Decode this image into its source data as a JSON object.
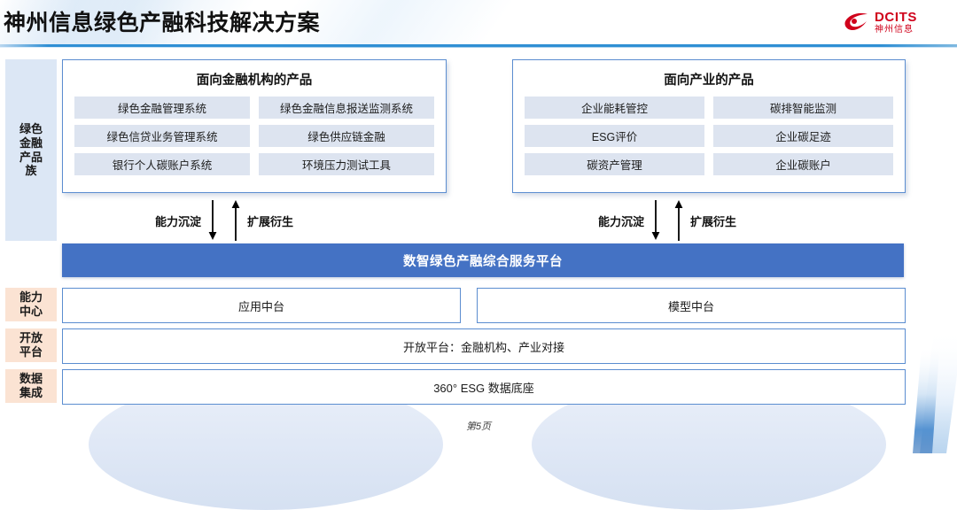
{
  "header": {
    "title": "神州信息绿色产融科技解决方案",
    "logo": {
      "en": "DCITS",
      "cn": "神州信息",
      "mark_icon": "dcits-swirl-icon",
      "color": "#d0021b"
    }
  },
  "rails": [
    {
      "id": "green-family",
      "label": "绿色\n金融\n产品\n族",
      "bg": "#dce7f5"
    },
    {
      "id": "ability-center",
      "label": "能力\n中心",
      "bg": "#fbe3d3"
    },
    {
      "id": "open-platform",
      "label": "开放\n平台",
      "bg": "#fbe3d3"
    },
    {
      "id": "data-integration",
      "label": "数据\n集成",
      "bg": "#fbe3d3"
    }
  ],
  "panels": [
    {
      "id": "financial-institution-products",
      "title": "面向金融机构的产品",
      "items": [
        "绿色金融管理系统",
        "绿色金融信息报送监测系统",
        "绿色信贷业务管理系统",
        "绿色供应链金融",
        "银行个人碳账户系统",
        "环境压力测试工具"
      ]
    },
    {
      "id": "industry-products",
      "title": "面向产业的产品",
      "items": [
        "企业能耗管控",
        "碳排智能监测",
        "ESG评价",
        "企业碳足迹",
        "碳资产管理",
        "企业碳账户"
      ]
    }
  ],
  "flows": [
    {
      "id": "flow-left",
      "down_label": "能力沉淀",
      "up_label": "扩展衍生"
    },
    {
      "id": "flow-right",
      "down_label": "能力沉淀",
      "up_label": "扩展衍生"
    }
  ],
  "platform": {
    "label": "数智绿色产融综合服务平台",
    "color": "#4472C4"
  },
  "layers": {
    "ability": [
      {
        "id": "app-middle-platform",
        "label": "应用中台"
      },
      {
        "id": "model-middle-platform",
        "label": "模型中台"
      }
    ],
    "open": {
      "id": "open-platform-row",
      "label": "开放平台：金融机构、产业对接"
    },
    "data": {
      "id": "data-foundation-row",
      "label": "360° ESG 数据底座"
    }
  },
  "footer": {
    "page": "第5页"
  },
  "colors": {
    "panel_border": "#5B8DD0",
    "chip_fill": "#DDE4F0",
    "rail_green": "#DCE7F5",
    "rail_peach": "#FBE3D3",
    "platform_blue": "#4472C4",
    "rule_blue": "#2F8FD4"
  }
}
